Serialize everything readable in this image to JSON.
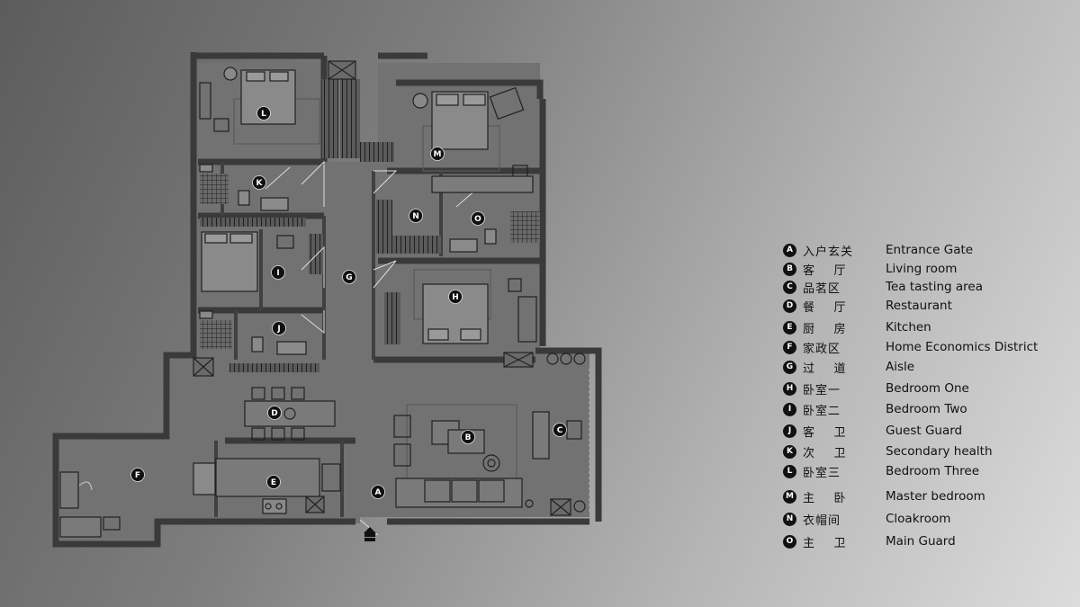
{
  "plan": {
    "room_markers": [
      {
        "letter": "L"
      },
      {
        "letter": "K"
      },
      {
        "letter": "I"
      },
      {
        "letter": "J"
      },
      {
        "letter": "G"
      },
      {
        "letter": "M"
      },
      {
        "letter": "N"
      },
      {
        "letter": "O"
      },
      {
        "letter": "H"
      },
      {
        "letter": "D"
      },
      {
        "letter": "B"
      },
      {
        "letter": "C"
      },
      {
        "letter": "F"
      },
      {
        "letter": "E"
      },
      {
        "letter": "A"
      }
    ]
  },
  "legend": {
    "items": [
      {
        "letter": "A",
        "cn": "入户玄关",
        "en": "Entrance Gate"
      },
      {
        "letter": "B",
        "cn": "客    厅",
        "en": "Living room"
      },
      {
        "letter": "C",
        "cn": "品茗区",
        "en": "Tea tasting area"
      },
      {
        "letter": "D",
        "cn": "餐    厅",
        "en": "Restaurant"
      },
      {
        "letter": "E",
        "cn": "厨    房",
        "en": "Kitchen"
      },
      {
        "letter": "F",
        "cn": "家政区",
        "en": "Home Economics District"
      },
      {
        "letter": "G",
        "cn": "过    道",
        "en": "Aisle"
      },
      {
        "letter": "H",
        "cn": "卧室一",
        "en": "Bedroom One"
      },
      {
        "letter": "I",
        "cn": "卧室二",
        "en": "Bedroom Two"
      },
      {
        "letter": "J",
        "cn": "客    卫",
        "en": "Guest Guard"
      },
      {
        "letter": "K",
        "cn": "次    卫",
        "en": "Secondary health"
      },
      {
        "letter": "L",
        "cn": "卧室三",
        "en": "Bedroom Three"
      },
      {
        "letter": "M",
        "cn": "主    卧",
        "en": "Master bedroom"
      },
      {
        "letter": "N",
        "cn": "衣帽间",
        "en": "Cloakroom"
      },
      {
        "letter": "O",
        "cn": "主    卫",
        "en": "Main Guard"
      }
    ]
  }
}
